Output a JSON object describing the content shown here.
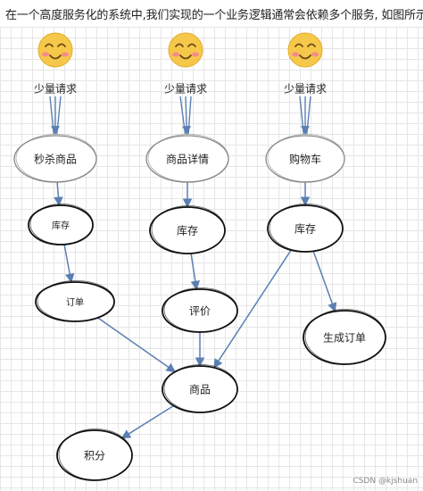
{
  "intro_text": "在一个高度服务化的系统中,我们实现的一个业务逻辑通常会依赖多个服务, 如图所示",
  "requests": [
    {
      "id": "req1",
      "label": "少量请求",
      "icon": "smiley-face-icon"
    },
    {
      "id": "req2",
      "label": "少量请求",
      "icon": "smiley-face-icon"
    },
    {
      "id": "req3",
      "label": "少量请求",
      "icon": "smiley-face-icon"
    }
  ],
  "nodes": [
    {
      "id": "seckill",
      "label": "秒杀商品"
    },
    {
      "id": "detail",
      "label": "商品详情"
    },
    {
      "id": "cart",
      "label": "购物车"
    },
    {
      "id": "stock1",
      "label": "库存"
    },
    {
      "id": "stock2",
      "label": "库存"
    },
    {
      "id": "stock3",
      "label": "库存"
    },
    {
      "id": "order1",
      "label": "订单"
    },
    {
      "id": "review",
      "label": "评价"
    },
    {
      "id": "gen_order",
      "label": "生成订单"
    },
    {
      "id": "product",
      "label": "商品"
    },
    {
      "id": "points",
      "label": "积分"
    }
  ],
  "edges": [
    [
      "req1",
      "seckill"
    ],
    [
      "req2",
      "detail"
    ],
    [
      "req3",
      "cart"
    ],
    [
      "seckill",
      "stock1"
    ],
    [
      "detail",
      "stock2"
    ],
    [
      "cart",
      "stock3"
    ],
    [
      "stock1",
      "order1"
    ],
    [
      "stock2",
      "review"
    ],
    [
      "stock3",
      "gen_order"
    ],
    [
      "stock3",
      "product"
    ],
    [
      "order1",
      "product"
    ],
    [
      "review",
      "product"
    ],
    [
      "product",
      "points"
    ]
  ],
  "colors": {
    "arrow": "#5b7fb3",
    "node_stroke": "#111111",
    "light_node_stroke": "#888888",
    "smiley_fill": "#f6c84a",
    "cheek": "#f28c8c"
  },
  "watermark": "CSDN @kjshuan"
}
